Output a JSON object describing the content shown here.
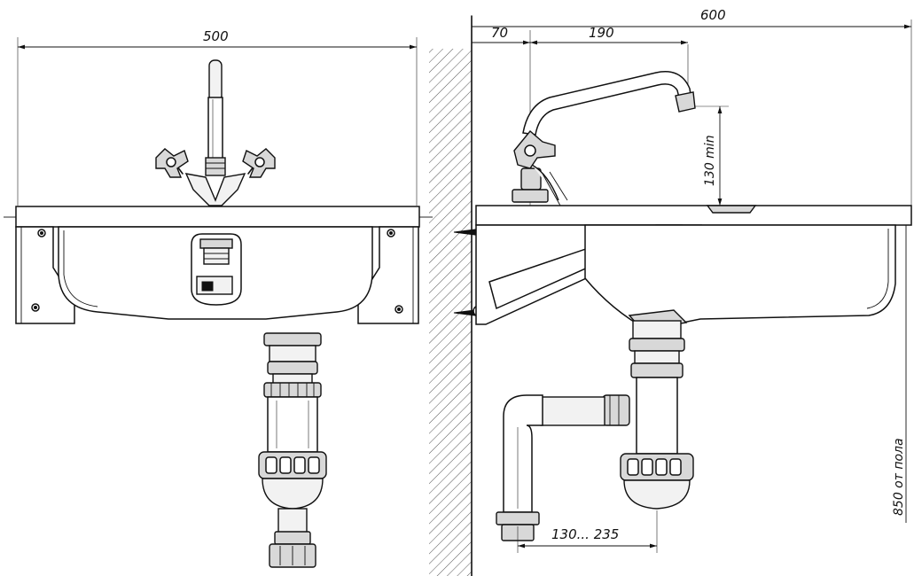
{
  "dimensions": {
    "front_width": "500",
    "side_total": "600",
    "side_offset": "70",
    "spout_reach": "190",
    "spout_height": "130 min",
    "floor_height": "850 от пола",
    "trap_range": "130... 235"
  }
}
